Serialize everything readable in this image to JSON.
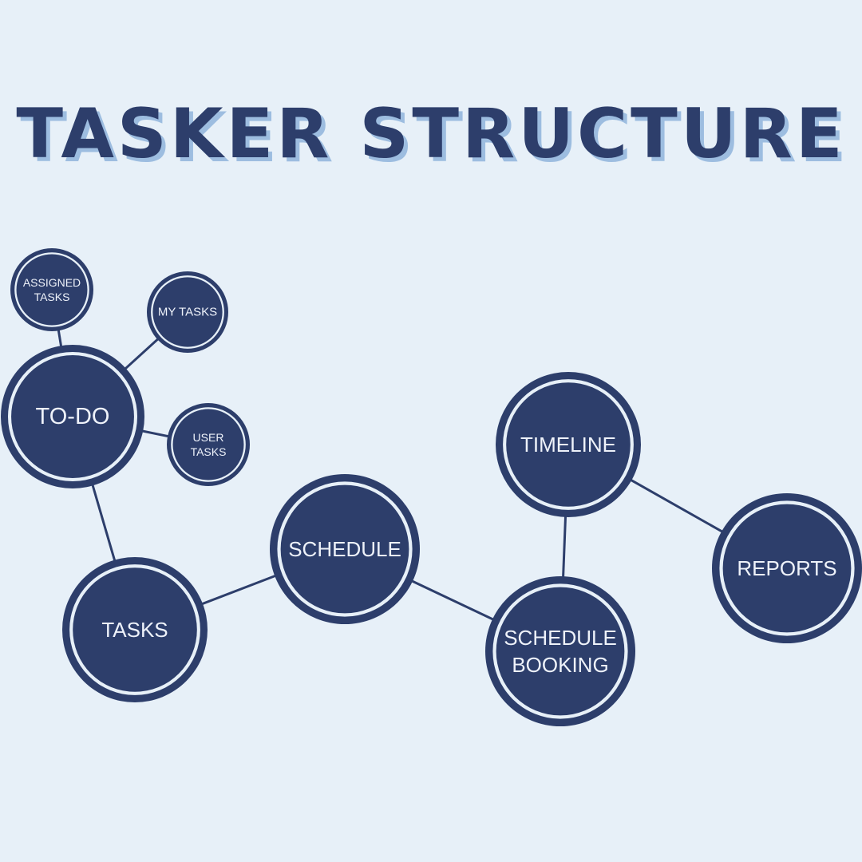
{
  "title": "TASKER STRUCTURE",
  "colors": {
    "background": "#e7f0f8",
    "node": "#2d3e6b",
    "ring_gap": "#e7f0f8",
    "title_shadow": "#9dbde0",
    "label": "#eef2fa"
  },
  "nodes": {
    "todo": {
      "lines": [
        "TO-DO"
      ]
    },
    "assigned": {
      "lines": [
        "ASSIGNED",
        "TASKS"
      ]
    },
    "mytasks": {
      "lines": [
        "MY TASKS"
      ]
    },
    "usertasks": {
      "lines": [
        "USER",
        "TASKS"
      ]
    },
    "tasks": {
      "lines": [
        "TASKS"
      ]
    },
    "schedule": {
      "lines": [
        "SCHEDULE"
      ]
    },
    "timeline": {
      "lines": [
        "TIMELINE"
      ]
    },
    "booking": {
      "lines": [
        "SCHEDULE",
        "BOOKING"
      ]
    },
    "reports": {
      "lines": [
        "REPORTS"
      ]
    }
  },
  "edges": [
    [
      "todo",
      "assigned"
    ],
    [
      "todo",
      "mytasks"
    ],
    [
      "todo",
      "usertasks"
    ],
    [
      "todo",
      "tasks"
    ],
    [
      "tasks",
      "schedule"
    ],
    [
      "schedule",
      "booking"
    ],
    [
      "booking",
      "timeline"
    ],
    [
      "timeline",
      "reports"
    ]
  ]
}
